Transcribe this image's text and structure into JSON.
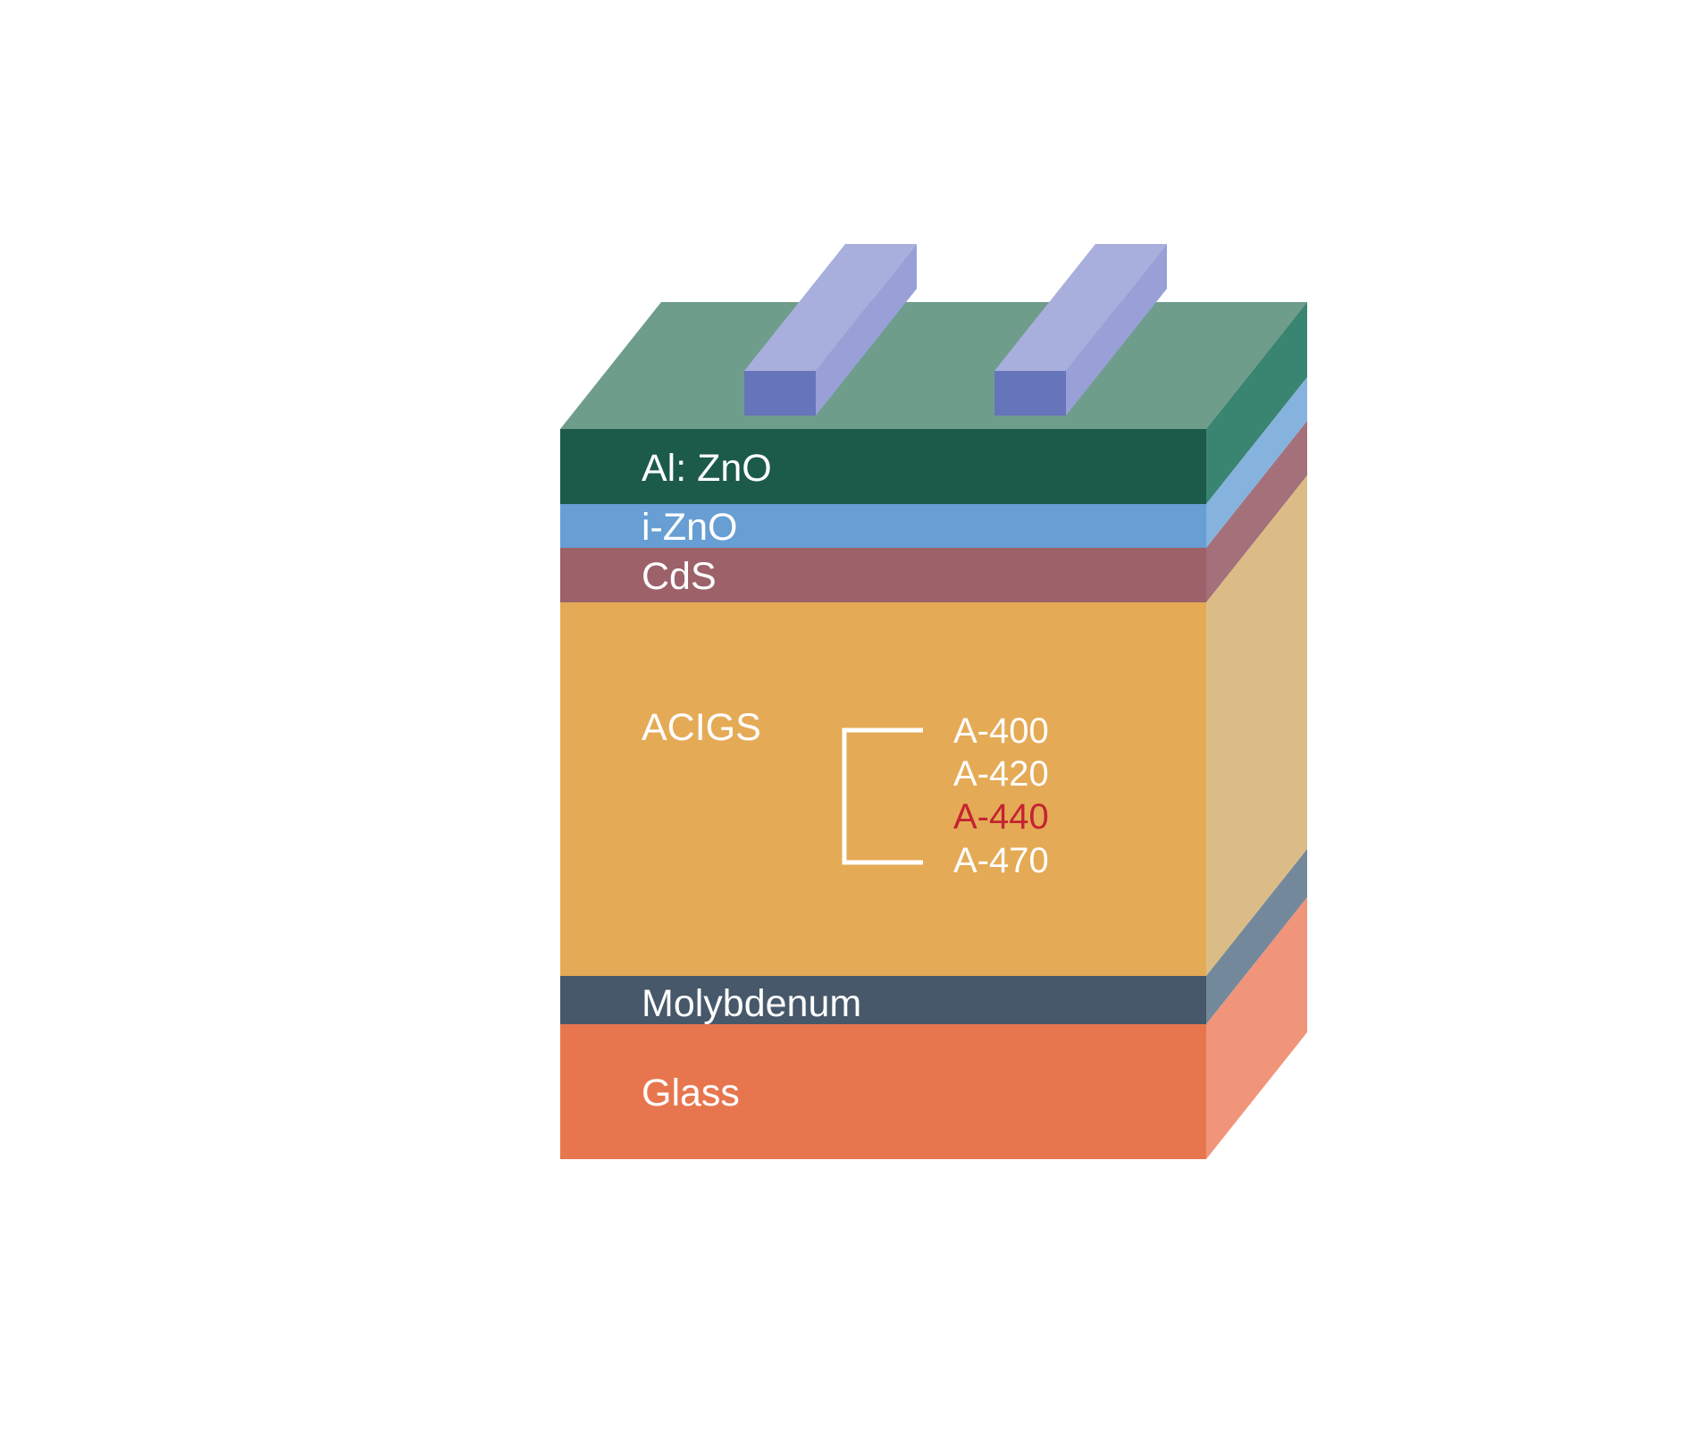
{
  "diagram": {
    "background_color": "#ffffff",
    "label_color": "#ffffff",
    "bracket_color": "#ffffff",
    "stack": {
      "top_face_color": "#6f9d8b",
      "layers": [
        {
          "id": "al-zno",
          "label": "Al: ZnO",
          "front_color": "#1c5a49",
          "side_color": "#3a8472"
        },
        {
          "id": "i-zno",
          "label": "i-ZnO",
          "front_color": "#679ed3",
          "side_color": "#85b3de"
        },
        {
          "id": "cds",
          "label": "CdS",
          "front_color": "#9d6169",
          "side_color": "#a4707a"
        },
        {
          "id": "acigs",
          "label": "ACIGS",
          "front_color": "#e5aa56",
          "side_color": "#dcbc86"
        },
        {
          "id": "molybdenum",
          "label": "Molybdenum",
          "front_color": "#46586a",
          "side_color": "#73899b"
        },
        {
          "id": "glass",
          "label": "Glass",
          "front_color": "#e7764e",
          "side_color": "#f0957a"
        }
      ]
    },
    "contacts": {
      "front_color": "#6674ba",
      "top_color": "#a9afdd",
      "side_color": "#98a0d7"
    },
    "samples": [
      {
        "label": "A-400",
        "color": "#ffffff"
      },
      {
        "label": "A-420",
        "color": "#ffffff"
      },
      {
        "label": "A-440",
        "color": "#c42331"
      },
      {
        "label": "A-470",
        "color": "#ffffff"
      }
    ]
  }
}
